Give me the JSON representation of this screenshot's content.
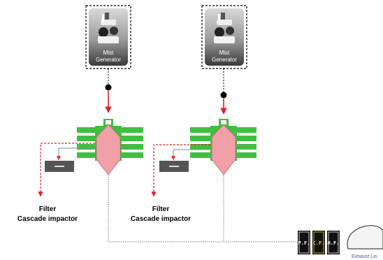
{
  "units": [
    {
      "generator_label_line1": "Mist",
      "generator_label_line2": "Generator",
      "output_line1": "Filter",
      "output_line2": "Cascade impactor"
    },
    {
      "generator_label_line1": "Mist",
      "generator_label_line2": "Generator",
      "output_line1": "Filter",
      "output_line2": "Cascade impactor"
    }
  ],
  "exhaust": {
    "filters": [
      {
        "label": "P.F.",
        "color": "#ffffff"
      },
      {
        "label": "C.F.",
        "color": "#e8e000"
      },
      {
        "label": "H.F.",
        "color": "#ffffff"
      }
    ],
    "label": "Exhaust Lin"
  },
  "colors": {
    "flow_arrow": "#e02020",
    "chamber_green": "#3fbf3f",
    "pink_body": "#f2a0a8",
    "dashed_line": "#777777"
  }
}
